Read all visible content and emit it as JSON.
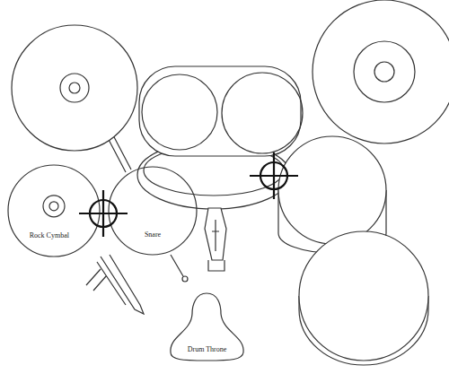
{
  "diagram": {
    "nodes": [
      {
        "text": [
          "Rock Cymbal"
        ]
      },
      {
        "text": [
          "Snare"
        ]
      },
      {
        "text": [
          "Drum Throne"
        ]
      }
    ]
  }
}
